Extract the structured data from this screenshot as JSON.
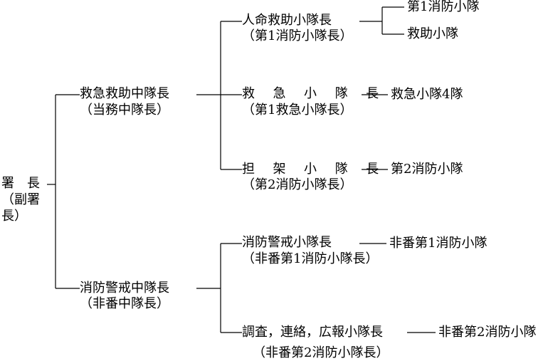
{
  "root": {
    "title": "署　長",
    "sub1": "（副署",
    "sub2": "長）"
  },
  "mid": {
    "rescue_lead": {
      "title": "救急救助中隊長",
      "sub": "（当務中隊長）"
    },
    "fire_lead": {
      "title": "消防警戒中隊長",
      "sub": "（非番中隊長）"
    }
  },
  "sub": {
    "lifesaving": {
      "title": "人命救助小隊長",
      "sub": "（第1消防小隊長）"
    },
    "ambulance": {
      "title": "救 急 小 隊 長",
      "sub": "（第1救急小隊長）"
    },
    "stretcher": {
      "title": "担 架 小 隊 長",
      "sub": "（第2消防小隊長）"
    },
    "fire_watch": {
      "title": "消防警戒小隊長",
      "sub": "（非番第1消防小隊長）"
    },
    "survey": {
      "title": "調査，連絡，広報小隊長",
      "sub": "（非番第2消防小隊長）"
    }
  },
  "units": {
    "u1": "第1消防小隊",
    "u2": "救助小隊",
    "u3": "救急小隊4隊",
    "u4": "第2消防小隊",
    "u5": "非番第1消防小隊",
    "u6": "非番第2消防小隊"
  }
}
